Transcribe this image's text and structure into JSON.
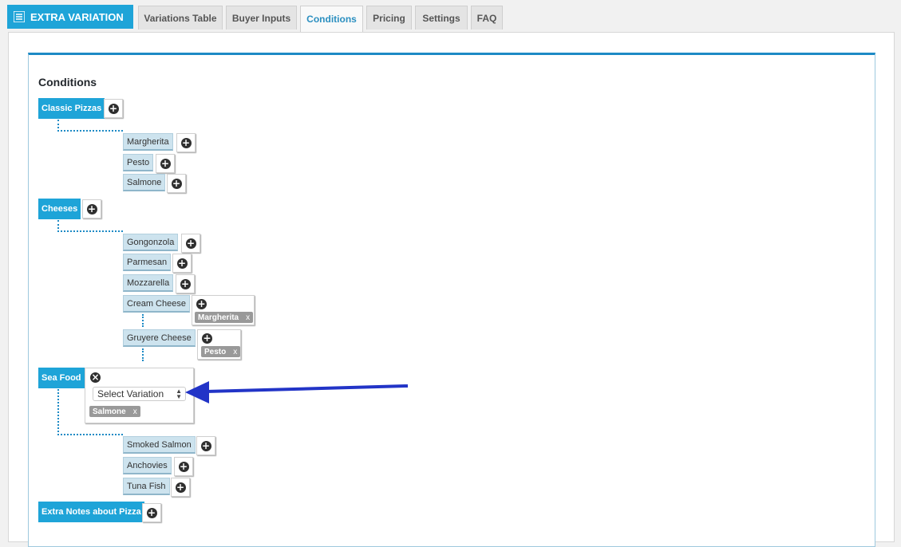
{
  "brand": {
    "title": "EXTRA VARIATION"
  },
  "tabs": [
    {
      "label": "Variations Table"
    },
    {
      "label": "Buyer Inputs"
    },
    {
      "label": "Conditions"
    },
    {
      "label": "Pricing"
    },
    {
      "label": "Settings"
    },
    {
      "label": "FAQ"
    }
  ],
  "active_tab": "Conditions",
  "section_title": "Conditions",
  "categories": [
    {
      "label": "Classic Pizzas",
      "items": [
        {
          "label": "Margherita"
        },
        {
          "label": "Pesto"
        },
        {
          "label": "Salmone"
        }
      ]
    },
    {
      "label": "Cheeses",
      "items": [
        {
          "label": "Gongonzola"
        },
        {
          "label": "Parmesan"
        },
        {
          "label": "Mozzarella"
        },
        {
          "label": "Cream Cheese",
          "conditions": [
            "Margherita"
          ]
        },
        {
          "label": "Gruyere Cheese",
          "conditions": [
            "Pesto"
          ]
        }
      ]
    },
    {
      "label": "Sea Food",
      "editor": {
        "select_value": "Select Variation",
        "conditions": [
          "Salmone"
        ]
      },
      "items": [
        {
          "label": "Smoked Salmon"
        },
        {
          "label": "Anchovies"
        },
        {
          "label": "Tuna Fish"
        }
      ]
    },
    {
      "label": "Extra Notes about Pizza",
      "items": []
    }
  ],
  "tag_remove_glyph": "x",
  "add_glyph": "+",
  "close_glyph": "×",
  "colors": {
    "accent": "#1ea4d8",
    "annotation_arrow": "#2234c7"
  }
}
